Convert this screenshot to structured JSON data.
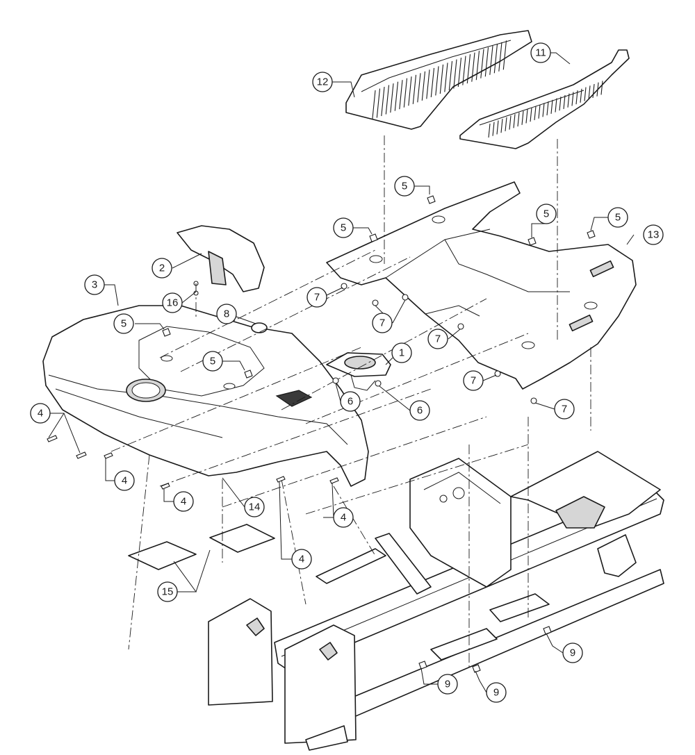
{
  "callouts": {
    "c1": "1",
    "c2": "2",
    "c3": "3",
    "c4": "4",
    "c5": "5",
    "c6": "6",
    "c7": "7",
    "c8": "8",
    "c9": "9",
    "c11": "11",
    "c12": "12",
    "c13": "13",
    "c14": "14",
    "c15": "15",
    "c16": "16"
  }
}
